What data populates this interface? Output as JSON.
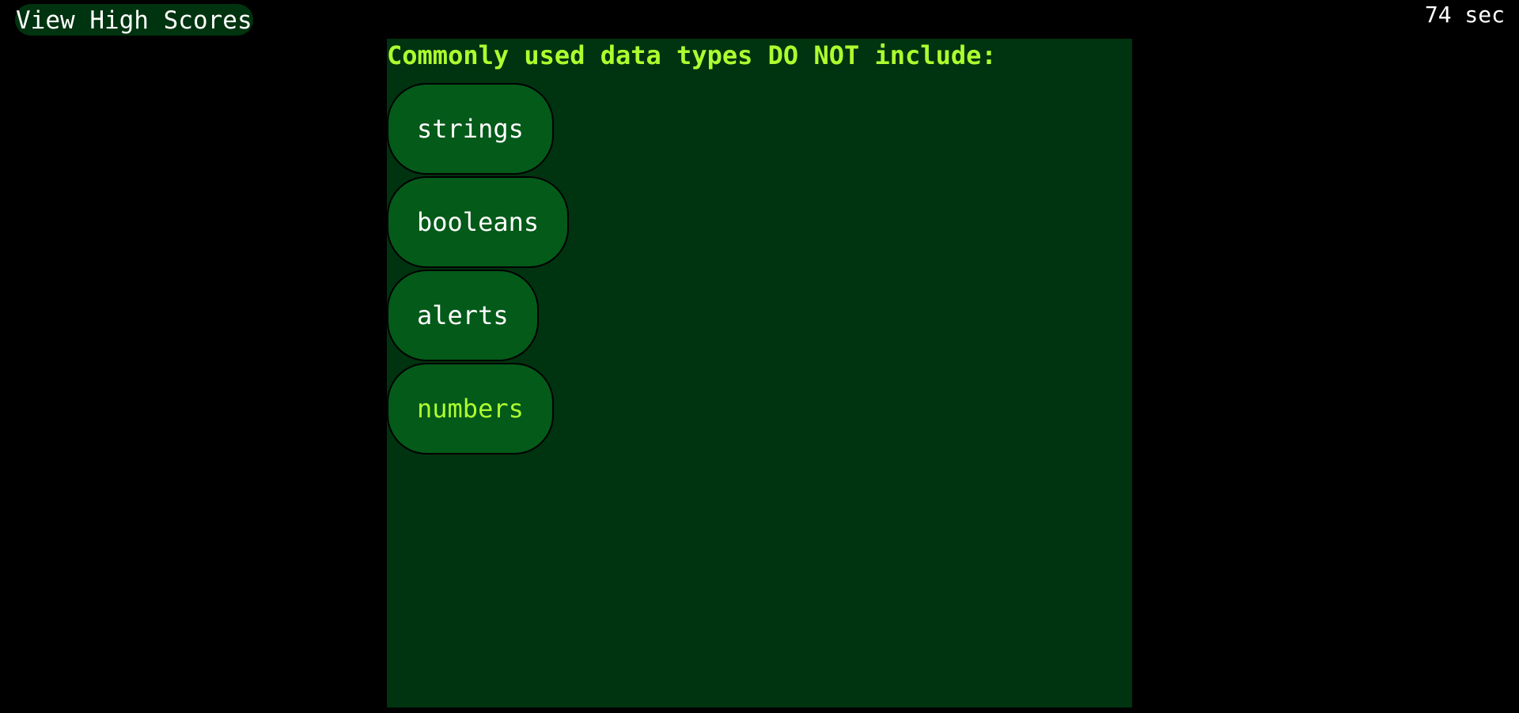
{
  "header": {
    "high_scores_label": "View High Scores",
    "timer_text": "74 sec"
  },
  "quiz": {
    "question": "Commonly used data types DO NOT include:",
    "answers": [
      {
        "label": "strings"
      },
      {
        "label": "booleans"
      },
      {
        "label": "alerts"
      },
      {
        "label": "numbers"
      }
    ]
  },
  "colors": {
    "page_background": "#000000",
    "panel_background": "#00330f",
    "button_background": "#035a19",
    "accent_text": "#adff2f",
    "default_text": "#ffffff"
  }
}
